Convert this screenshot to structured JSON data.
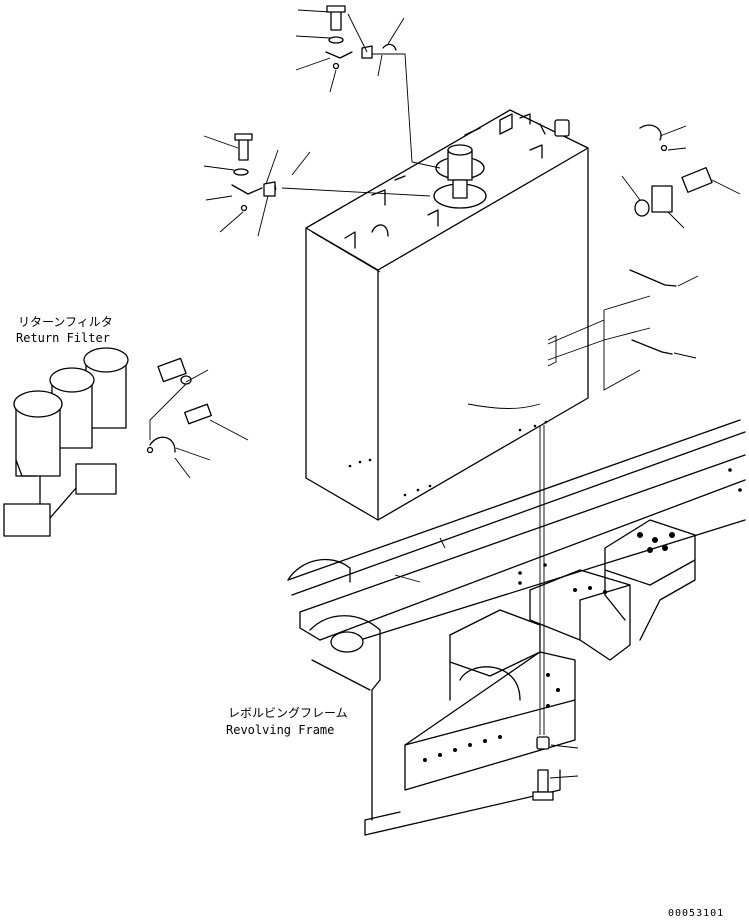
{
  "labels": {
    "return_filter_jp": "リターンフィルタ",
    "return_filter_en": "Return Filter",
    "revolving_frame_jp": "レボルビングフレーム",
    "revolving_frame_en": "Revolving Frame"
  },
  "drawing_number": "00053101"
}
